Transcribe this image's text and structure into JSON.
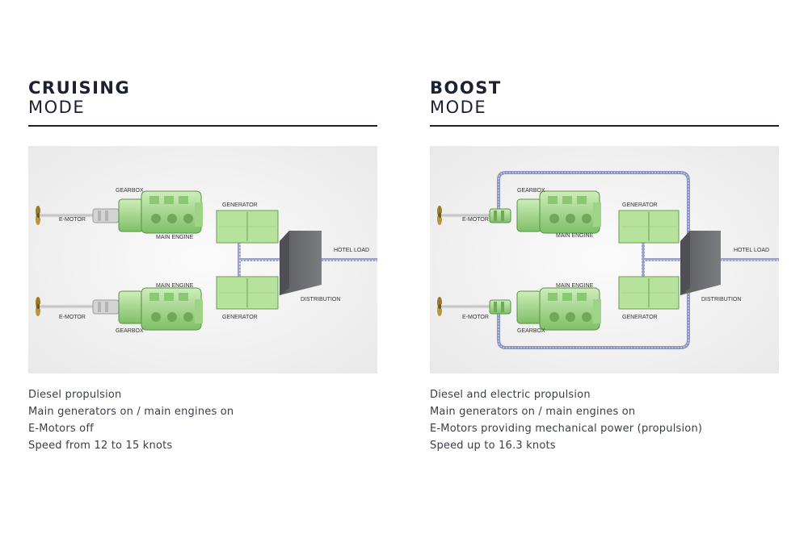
{
  "cruising": {
    "title_bold": "CRUISING",
    "title_light": "MODE",
    "labels": {
      "gearbox": "GEARBOX",
      "emotor": "E-MOTOR",
      "main_engine": "MAIN ENGINE",
      "generator": "GENERATOR",
      "hotel_load": "HOTEL LOAD",
      "distribution": "DISTRIBUTION"
    },
    "description": [
      "Diesel propulsion",
      "Main generators on / main engines on",
      "E-Motors off",
      "Speed from 12 to 15 knots"
    ]
  },
  "boost": {
    "title_bold": "BOOST",
    "title_light": "MODE",
    "labels": {
      "gearbox": "GEARBOX",
      "emotor": "E-MOTOR",
      "main_engine": "MAIN ENGINE",
      "generator": "GENERATOR",
      "hotel_load": "HOTEL LOAD",
      "distribution": "DISTRIBUTION"
    },
    "description": [
      "Diesel and electric propulsion",
      "Main generators on / main engines on",
      "E-Motors providing mechanical power (propulsion)",
      "Speed up to 16.3 knots"
    ]
  },
  "colors": {
    "engine_green": "#a9d98f",
    "generator_green": "#b6e29c",
    "cable_blue": "#8a93c0",
    "distribution_gray": "#6b6d70"
  }
}
